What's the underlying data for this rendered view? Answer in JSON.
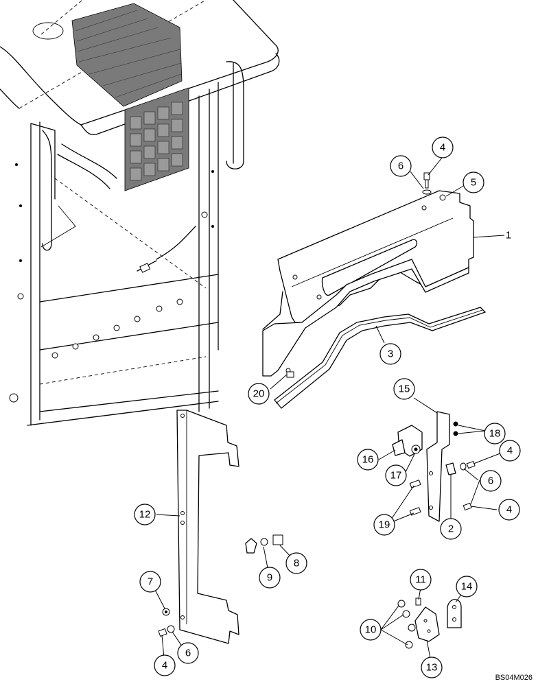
{
  "figure_code": "BS04M026",
  "callouts": [
    {
      "id": "c1",
      "label": "1"
    },
    {
      "id": "c2",
      "label": "2"
    },
    {
      "id": "c3",
      "label": "3"
    },
    {
      "id": "c4a",
      "label": "4"
    },
    {
      "id": "c4b",
      "label": "4"
    },
    {
      "id": "c4c",
      "label": "4"
    },
    {
      "id": "c4d",
      "label": "4"
    },
    {
      "id": "c5",
      "label": "5"
    },
    {
      "id": "c6a",
      "label": "6"
    },
    {
      "id": "c6b",
      "label": "6"
    },
    {
      "id": "c6c",
      "label": "6"
    },
    {
      "id": "c7",
      "label": "7"
    },
    {
      "id": "c8",
      "label": "8"
    },
    {
      "id": "c9",
      "label": "9"
    },
    {
      "id": "c10",
      "label": "10"
    },
    {
      "id": "c11",
      "label": "11"
    },
    {
      "id": "c12",
      "label": "12"
    },
    {
      "id": "c13",
      "label": "13"
    },
    {
      "id": "c14",
      "label": "14"
    },
    {
      "id": "c15",
      "label": "15"
    },
    {
      "id": "c16",
      "label": "16"
    },
    {
      "id": "c17",
      "label": "17"
    },
    {
      "id": "c18",
      "label": "18"
    },
    {
      "id": "c19",
      "label": "19"
    },
    {
      "id": "c20",
      "label": "20"
    }
  ]
}
